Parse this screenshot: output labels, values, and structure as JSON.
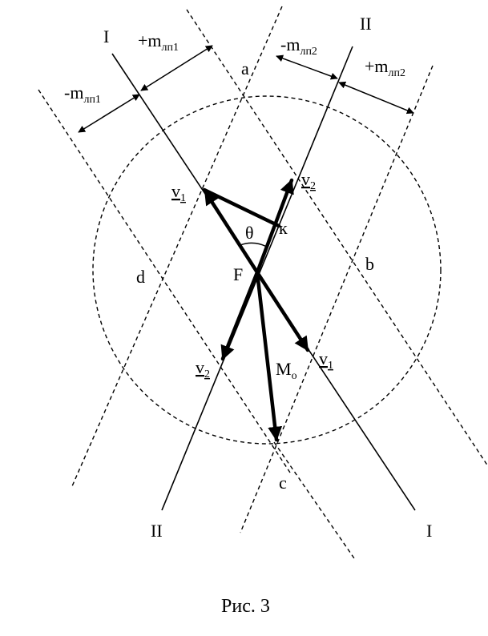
{
  "labels": {
    "line_I_top": "I",
    "line_II_top": "II",
    "line_II_bottom": "II",
    "line_I_bottom": "I",
    "plus_m1": {
      "main": "+m",
      "sub": "лп1"
    },
    "minus_m1": {
      "main": "-m",
      "sub": "лп1"
    },
    "minus_m2": {
      "main": "-m",
      "sub": "лп2"
    },
    "plus_m2": {
      "main": "+m",
      "sub": "лп2"
    },
    "a": "a",
    "b": "b",
    "c": "c",
    "d": "d",
    "F": "F",
    "k": "к",
    "theta": "θ",
    "v1_upper": {
      "main": "v",
      "sub": "1"
    },
    "v2_upper": {
      "main": "v",
      "sub": "2"
    },
    "v2_lower": {
      "main": "v",
      "sub": "2"
    },
    "v1_lower": {
      "main": "v",
      "sub": "1"
    },
    "M0": {
      "main": "M",
      "sub": "o"
    }
  },
  "caption": "Рис. 3"
}
